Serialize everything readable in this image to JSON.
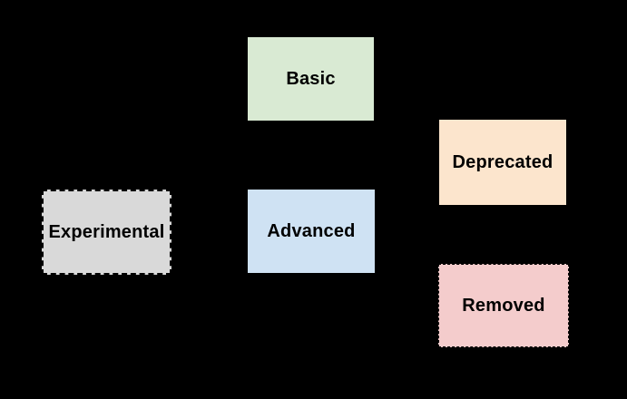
{
  "canvas": {
    "background": "#000000",
    "label_color": "#000000"
  },
  "nodes": [
    {
      "id": "basic",
      "label": "Basic",
      "fill": "#d9ead3",
      "border": {
        "style": "none",
        "color": "#000000"
      }
    },
    {
      "id": "deprecated",
      "label": "Deprecated",
      "fill": "#fce5cd",
      "border": {
        "style": "none",
        "color": "#000000"
      }
    },
    {
      "id": "experimental",
      "label": "Experimental",
      "fill": "#d9d9d9",
      "border": {
        "style": "dashed",
        "color": "#000000"
      }
    },
    {
      "id": "advanced",
      "label": "Advanced",
      "fill": "#cfe2f3",
      "border": {
        "style": "none",
        "color": "#000000"
      }
    },
    {
      "id": "removed",
      "label": "Removed",
      "fill": "#f4cccc",
      "border": {
        "style": "dotted",
        "color": "#000000"
      }
    }
  ]
}
